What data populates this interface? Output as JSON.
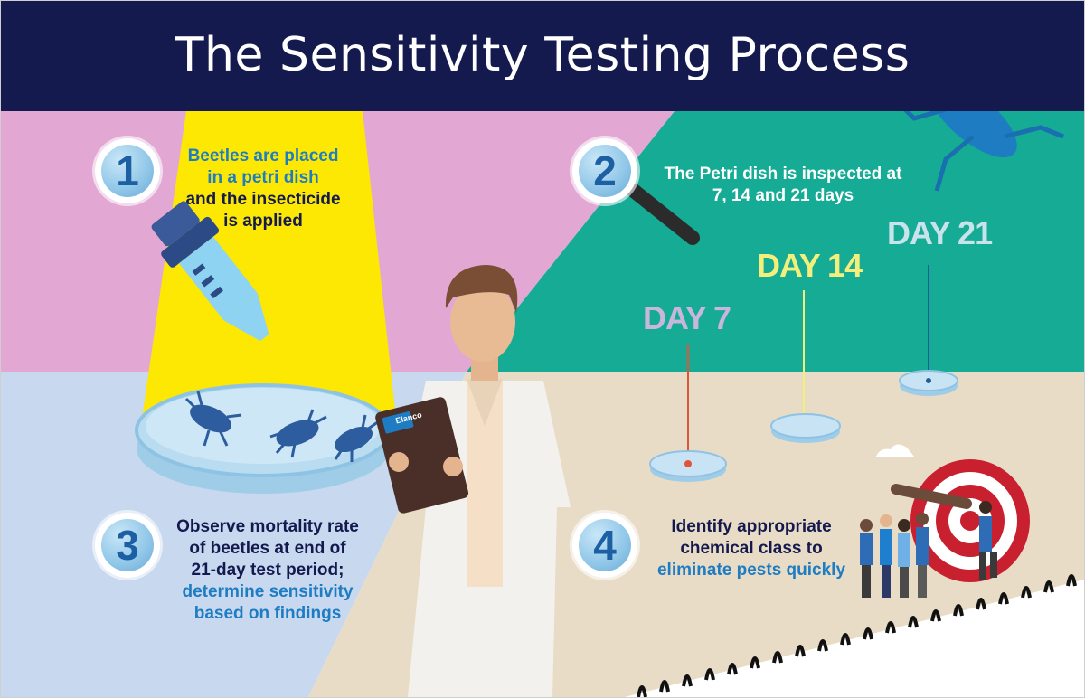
{
  "title": "The Sensitivity Testing Process",
  "steps": [
    {
      "number": "1",
      "lines": [
        {
          "text": "Beetles are placed",
          "color": "blue"
        },
        {
          "text": "in a petri dish",
          "color": "blue"
        },
        {
          "text": "and the insecticide",
          "color": "navy"
        },
        {
          "text": "is applied",
          "color": "navy"
        }
      ]
    },
    {
      "number": "2",
      "lines": [
        {
          "text": "The Petri dish is inspected at",
          "color": "white"
        },
        {
          "text": "7, 14 and 21 days",
          "color": "white"
        }
      ]
    },
    {
      "number": "3",
      "lines": [
        {
          "text": "Observe mortality rate",
          "color": "navy"
        },
        {
          "text": "of beetles at end of",
          "color": "navy"
        },
        {
          "text": "21-day test period;",
          "color": "navy"
        },
        {
          "text": "determine sensitivity",
          "color": "blue"
        },
        {
          "text": "based on findings",
          "color": "blue"
        }
      ]
    },
    {
      "number": "4",
      "lines": [
        {
          "text": "Identify appropriate",
          "color": "navy"
        },
        {
          "text": "chemical class to",
          "color": "navy"
        },
        {
          "text": "eliminate pests quickly",
          "color": "blue"
        }
      ]
    }
  ],
  "days": [
    {
      "label": "DAY 7",
      "color": "#c9b6dc",
      "line_color": "#e0553a"
    },
    {
      "label": "DAY 14",
      "color": "#f4ef7a",
      "line_color": "#f4ef7a"
    },
    {
      "label": "DAY 21",
      "color": "#c9e3ec",
      "line_color": "#1e5f9a"
    }
  ],
  "clipboard_logo": "Elanco",
  "colors": {
    "header": "#141a4e",
    "pink": "#e2a8d3",
    "teal": "#15ab95",
    "light_blue": "#c7d8ef",
    "sand": "#e9dcc6",
    "beam": "#fce803",
    "accent_blue": "#1e7cc2",
    "navy_text": "#141a4e"
  }
}
